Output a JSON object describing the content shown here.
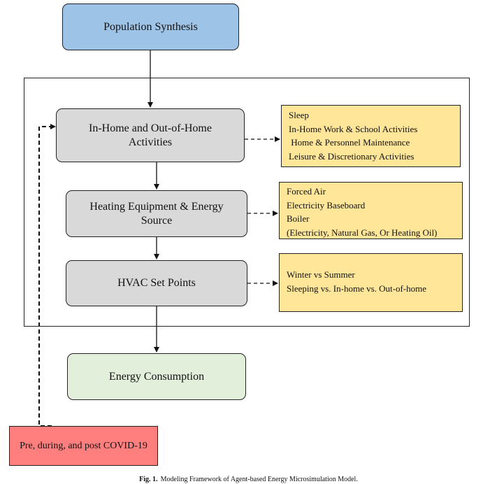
{
  "diagram": {
    "population_synthesis": "Population Synthesis",
    "activities": "In-Home and Out-of-Home Activities",
    "heating_equipment": "Heating Equipment & Energy Source",
    "hvac_set_points": "HVAC Set Points",
    "energy_consumption": "Energy Consumption",
    "covid": "Pre, during, and post COVID-19",
    "activities_notes": [
      "Sleep",
      "In-Home Work & School Activities",
      " Home & Personnel Maintenance",
      "Leisure & Discretionary Activities"
    ],
    "heating_notes": [
      "Forced Air",
      "Electricity Baseboard",
      "Boiler",
      "(Electricity, Natural Gas, Or Heating Oil)"
    ],
    "hvac_notes": [
      "Winter vs Summer",
      "Sleeping vs. In-home vs. Out-of-home"
    ],
    "colors": {
      "population": "#9dc3e6",
      "process": "#d9d9d9",
      "energy": "#e2efda",
      "covid": "#ff7f7f",
      "notes": "#ffe699"
    }
  },
  "caption": {
    "label": "Fig. 1.",
    "text": "Modeling Framework of Agent-based Energy Microsimulation Model."
  }
}
